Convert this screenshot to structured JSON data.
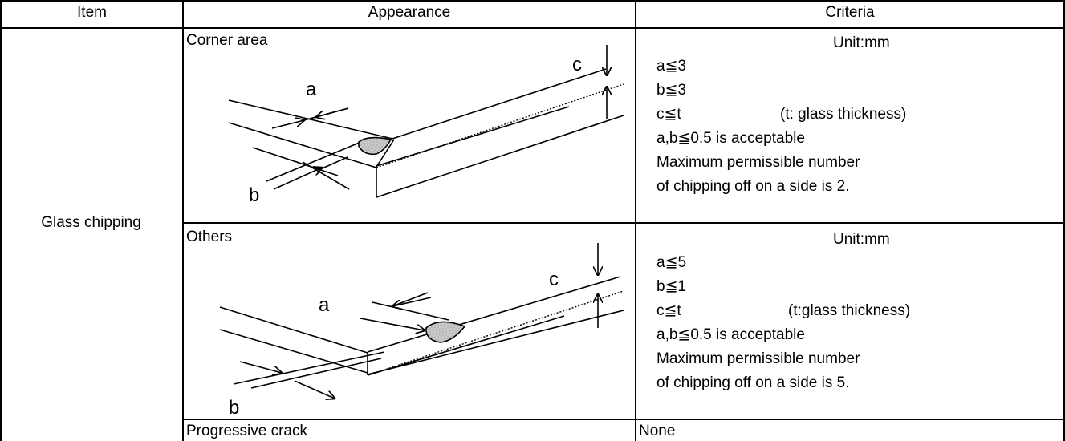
{
  "table": {
    "headers": {
      "item": "Item",
      "appearance": "Appearance",
      "criteria": "Criteria"
    },
    "item_label": "Glass chipping",
    "rows": [
      {
        "appearance_title": "Corner area",
        "diagram_labels": {
          "a": "a",
          "b": "b",
          "c": "c"
        },
        "unit": "Unit:mm",
        "criteria": [
          {
            "text": "a≦3",
            "note": ""
          },
          {
            "text": "b≦3",
            "note": ""
          },
          {
            "text": "c≦t",
            "note": "(t: glass thickness)"
          },
          {
            "text": "a,b≦0.5 is acceptable",
            "note": ""
          },
          {
            "text": "Maximum permissible number",
            "note": ""
          },
          {
            "text": "of chipping off on a side is 2.",
            "note": ""
          }
        ]
      },
      {
        "appearance_title": "Others",
        "diagram_labels": {
          "a": "a",
          "b": "b",
          "c": "c"
        },
        "unit": "Unit:mm",
        "criteria": [
          {
            "text": "a≦5",
            "note": ""
          },
          {
            "text": "b≦1",
            "note": ""
          },
          {
            "text": "c≦t",
            "note": "(t:glass thickness)"
          },
          {
            "text": "a,b≦0.5 is acceptable",
            "note": ""
          },
          {
            "text": "Maximum permissible number",
            "note": ""
          },
          {
            "text": "of chipping off on a side is 5.",
            "note": ""
          }
        ]
      },
      {
        "appearance_title": "Progressive crack",
        "criteria_text": "None"
      }
    ]
  }
}
